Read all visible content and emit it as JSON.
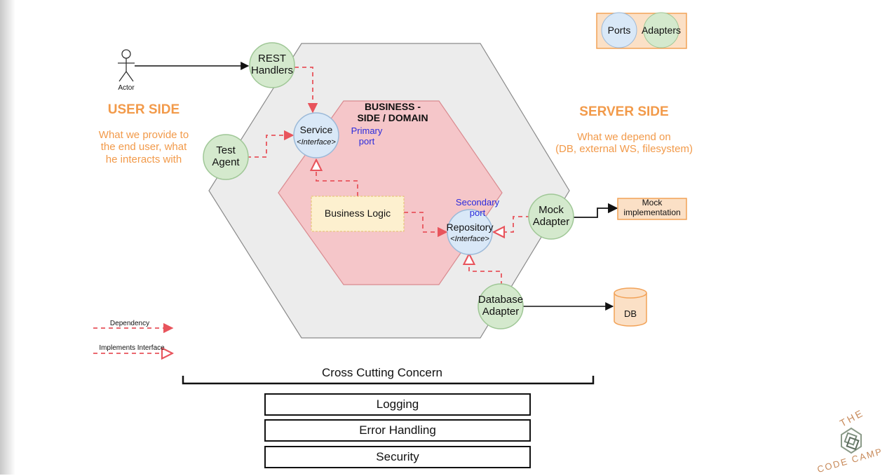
{
  "legend": {
    "ports": "Ports",
    "adapters": "Adapters"
  },
  "actor": {
    "label": "Actor"
  },
  "user_side": {
    "title": "USER SIDE",
    "description": [
      "What we provide to",
      "the end user, what",
      "he interacts with"
    ]
  },
  "server_side": {
    "title": "SERVER SIDE",
    "description": [
      "What we depend on",
      "(DB, external WS, filesystem)"
    ]
  },
  "domain": {
    "title": [
      "BUSINESS -",
      "SIDE / DOMAIN"
    ]
  },
  "nodes": {
    "rest_handlers": [
      "REST",
      "Handlers"
    ],
    "test_agent": [
      "Test",
      "Agent"
    ],
    "service": "Service",
    "service_interface": "<Interface>",
    "primary_port": [
      "Primary",
      "port"
    ],
    "business_logic": "Business Logic",
    "secondary_port": [
      "Secondary",
      "port"
    ],
    "repository": "Repository",
    "repository_interface": "<Interface>",
    "mock_adapter": [
      "Mock",
      "Adapter"
    ],
    "mock_impl": [
      "Mock",
      "implementation"
    ],
    "database_adapter": [
      "Database",
      "Adapter"
    ],
    "db": "DB"
  },
  "key": {
    "dependency": "Dependency",
    "implements": "Implements Interface"
  },
  "cross_cutting": {
    "title": "Cross Cutting Concern",
    "items": [
      "Logging",
      "Error Handling",
      "Security"
    ]
  },
  "logo": {
    "top": "THE",
    "bottom": "CODE CAMP"
  },
  "colors": {
    "hexagon_outer": "#ececec",
    "hexagon_inner": "#f5c6c9",
    "adapter_green": "#d4e9cd",
    "port_blue": "#d9e8f7",
    "orange": "#f29a4a",
    "dependency_red": "#e8545c",
    "business_logic_fill": "#fdf0cf"
  }
}
